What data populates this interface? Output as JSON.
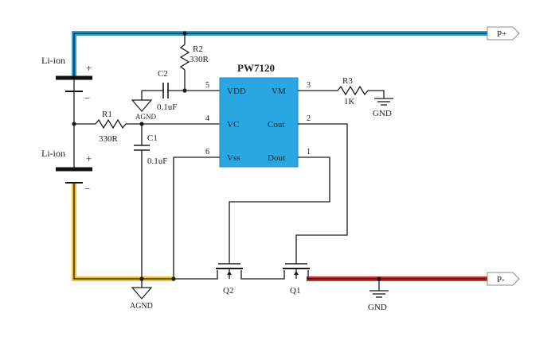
{
  "ic": {
    "name": "PW7120",
    "color": "#2aa7e3",
    "pins": [
      {
        "num": "5",
        "label": "VDD"
      },
      {
        "num": "4",
        "label": "VC"
      },
      {
        "num": "6",
        "label": "Vss"
      },
      {
        "num": "3",
        "label": "VM"
      },
      {
        "num": "2",
        "label": "Cout"
      },
      {
        "num": "1",
        "label": "Dout"
      }
    ]
  },
  "batteries": [
    {
      "label": "Li-ion",
      "plus": "+",
      "minus": "−"
    },
    {
      "label": "Li-ion",
      "plus": "+",
      "minus": "−"
    }
  ],
  "resistors": [
    {
      "ref": "R1",
      "value": "330R"
    },
    {
      "ref": "R2",
      "value": "330R"
    },
    {
      "ref": "R3",
      "value": "1K"
    }
  ],
  "capacitors": [
    {
      "ref": "C2",
      "value": "0.1uF"
    },
    {
      "ref": "C1",
      "value": "0.1uF"
    }
  ],
  "grounds": {
    "agnd_1": "AGND",
    "agnd_2": "AGND",
    "gnd_vm": "GND",
    "gnd_pminus": "GND"
  },
  "mosfets": [
    "Q2",
    "Q1"
  ],
  "terminals": {
    "p_plus": "P+",
    "p_minus": "P-"
  },
  "highlight_colors": {
    "p_plus_rail": "#2b9fe0",
    "battery_minus_rail": "#f2c232",
    "p_minus_rail": "#d42a2a"
  }
}
